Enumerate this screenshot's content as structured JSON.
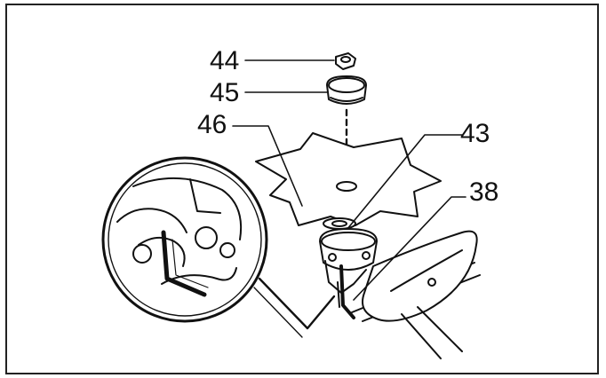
{
  "callouts": {
    "c44": "44",
    "c45": "45",
    "c46": "46",
    "c43": "43",
    "c38": "38"
  }
}
